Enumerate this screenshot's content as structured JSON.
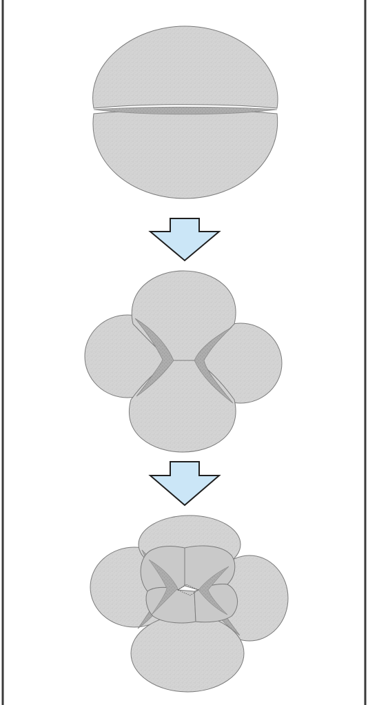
{
  "diagram": {
    "stages": [
      {
        "cells": 2
      },
      {
        "cells": 4
      },
      {
        "cells": 8
      }
    ],
    "colors": {
      "page_background": "#ffffff",
      "frame_border": "#3a3a3a",
      "cell_fill": "#d3d3d3",
      "cell_stroke": "#7a7a7a",
      "cell_overlap": "#a9a9a9",
      "arrow_fill": "#cbe6f7",
      "arrow_stroke": "#1f1f1f"
    }
  }
}
